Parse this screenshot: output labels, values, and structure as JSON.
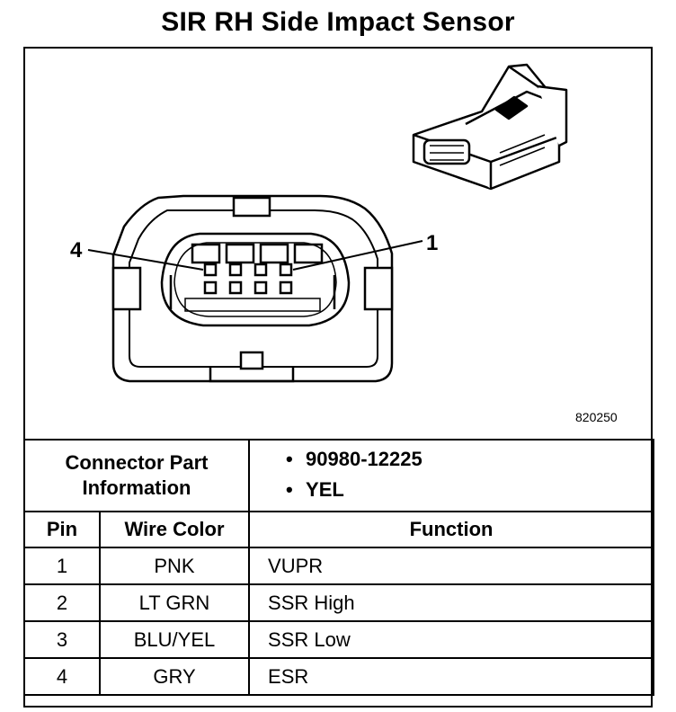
{
  "title": "SIR RH Side Impact Sensor",
  "figure_id": "820250",
  "pin_callouts": {
    "left": "4",
    "right": "1"
  },
  "connector_info": {
    "label_line1": "Connector Part",
    "label_line2": "Information",
    "part_number": "90980-12225",
    "color": "YEL",
    "bullet": "•"
  },
  "table": {
    "headers": {
      "pin": "Pin",
      "wire_color": "Wire Color",
      "function": "Function"
    },
    "rows": [
      {
        "pin": "1",
        "wire_color": "PNK",
        "function": "VUPR"
      },
      {
        "pin": "2",
        "wire_color": "LT GRN",
        "function": "SSR High"
      },
      {
        "pin": "3",
        "wire_color": "BLU/YEL",
        "function": "SSR Low"
      },
      {
        "pin": "4",
        "wire_color": "GRY",
        "function": "ESR"
      }
    ]
  }
}
